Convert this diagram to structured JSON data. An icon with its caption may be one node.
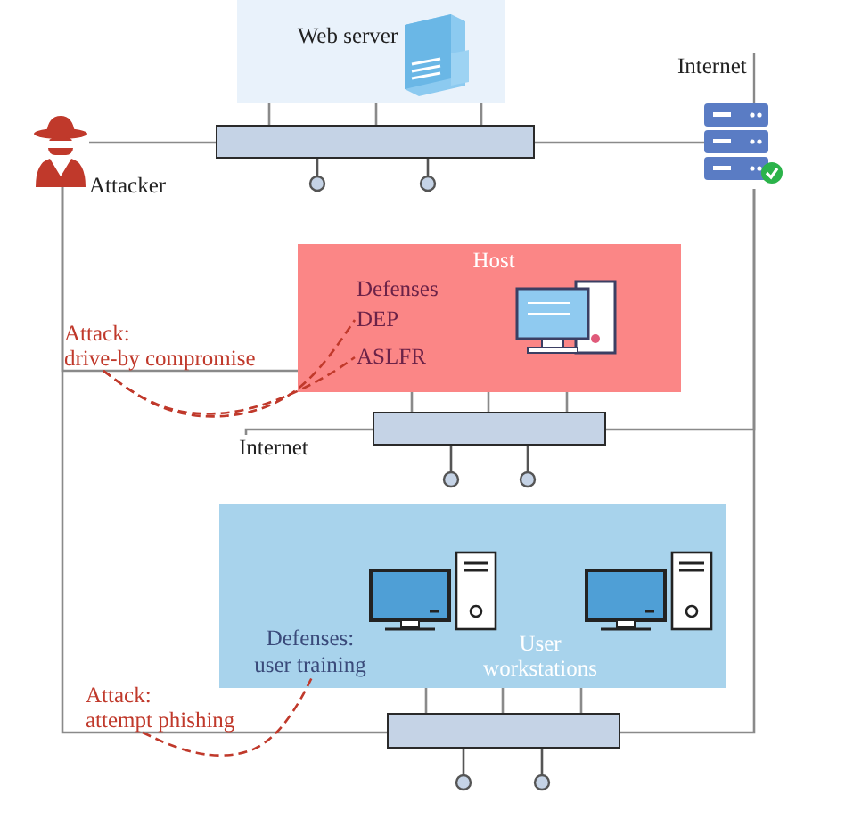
{
  "diagram": {
    "nodes": [
      {
        "text": [
          "Web server"
        ]
      },
      {
        "text": [],
        "shape": "bar"
      },
      {
        "text": [
          "Attacker"
        ]
      },
      {
        "text": [
          "Internet"
        ]
      },
      {
        "text": [
          "Host",
          "Defenses"
        ]
      },
      {
        "text": [
          "DEP"
        ],
        "in": 4
      },
      {
        "text": [
          "ASLFR"
        ],
        "in": 4
      },
      {
        "text": [
          "Attack:",
          "drive-by compromise"
        ]
      },
      {
        "text": [],
        "shape": "bar"
      },
      {
        "text": [
          "Internet"
        ]
      },
      {
        "text": [
          "User workstations"
        ]
      },
      {
        "text": [
          "Defenses:",
          "user training"
        ],
        "in": 10
      },
      {
        "text": [
          "Attack:",
          "attempt phishing"
        ]
      },
      {
        "text": [],
        "shape": "bar"
      }
    ],
    "edges": [
      {
        "from": 0,
        "to": 1,
        "arrow": "none"
      },
      {
        "from": 0,
        "to": 1,
        "arrow": "none"
      },
      {
        "from": 0,
        "to": 1,
        "arrow": "none"
      },
      {
        "from": 2,
        "to": 1,
        "arrow": "none"
      },
      {
        "from": 1,
        "to": 3,
        "arrow": "none"
      },
      {
        "from": 2,
        "to": 4,
        "arrow": "none"
      },
      {
        "from": 2,
        "to": 13,
        "arrow": "none"
      },
      {
        "from": 3,
        "to": 8,
        "arrow": "none"
      },
      {
        "from": 3,
        "to": 13,
        "arrow": "none"
      },
      {
        "from": 4,
        "to": 8,
        "arrow": "none"
      },
      {
        "from": 4,
        "to": 8,
        "arrow": "none"
      },
      {
        "from": 4,
        "to": 8,
        "arrow": "none"
      },
      {
        "from": 8,
        "to": 9,
        "arrow": "none"
      },
      {
        "from": 10,
        "to": 13,
        "arrow": "none"
      },
      {
        "from": 10,
        "to": 13,
        "arrow": "none"
      },
      {
        "from": 10,
        "to": 13,
        "arrow": "none"
      },
      {
        "from": 7,
        "to": 5,
        "arrow": "none",
        "style": "dashed",
        "color": "#c0392b"
      },
      {
        "from": 7,
        "to": 6,
        "arrow": "none",
        "style": "dashed",
        "color": "#c0392b"
      },
      {
        "from": 12,
        "to": 11,
        "arrow": "none",
        "style": "dashed",
        "color": "#c0392b"
      }
    ]
  }
}
